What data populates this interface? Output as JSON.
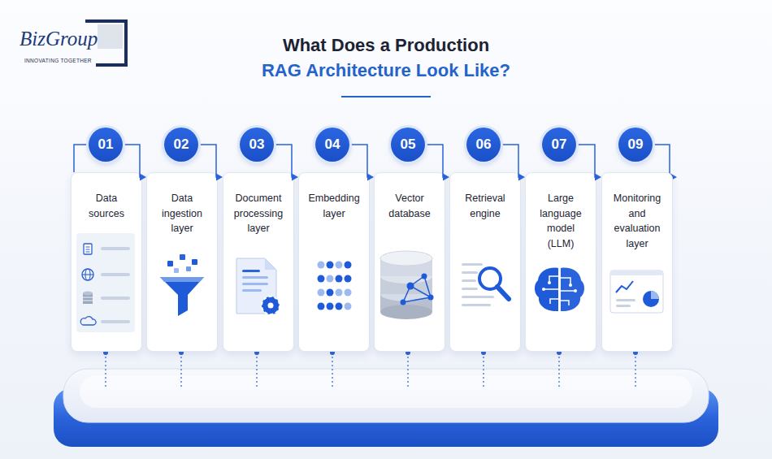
{
  "diagram": {
    "title": "What Does a Production RAG Architecture Look Like?",
    "nodes": [
      {
        "text": [
          "01"
        ]
      },
      {
        "text": [
          "Data sources"
        ]
      },
      {
        "text": [
          "02"
        ]
      },
      {
        "text": [
          "Data ingestion layer"
        ]
      },
      {
        "text": [
          "03"
        ]
      },
      {
        "text": [
          "Document processing layer"
        ]
      },
      {
        "text": [
          "04"
        ]
      },
      {
        "text": [
          "Embedding layer"
        ]
      },
      {
        "text": [
          "05"
        ]
      },
      {
        "text": [
          "Vector database"
        ]
      },
      {
        "text": [
          "06"
        ]
      },
      {
        "text": [
          "Retrieval engine"
        ]
      },
      {
        "text": [
          "07"
        ]
      },
      {
        "text": [
          "Large language model (LLM)"
        ]
      },
      {
        "text": [
          "09"
        ]
      },
      {
        "text": [
          "Monitoring and evaluation layer"
        ]
      }
    ],
    "edges": [
      {
        "from": 0,
        "to": 3,
        "arrow": "to"
      },
      {
        "from": 2,
        "to": 5,
        "arrow": "to"
      },
      {
        "from": 4,
        "to": 7,
        "arrow": "to"
      },
      {
        "from": 6,
        "to": 9,
        "arrow": "to"
      },
      {
        "from": 8,
        "to": 11,
        "arrow": "to"
      },
      {
        "from": 10,
        "to": 13,
        "arrow": "to"
      },
      {
        "from": 12,
        "to": 15,
        "arrow": "to"
      }
    ],
    "labels": [
      "BizGroup",
      "INNOVATING TOGETHER"
    ]
  }
}
